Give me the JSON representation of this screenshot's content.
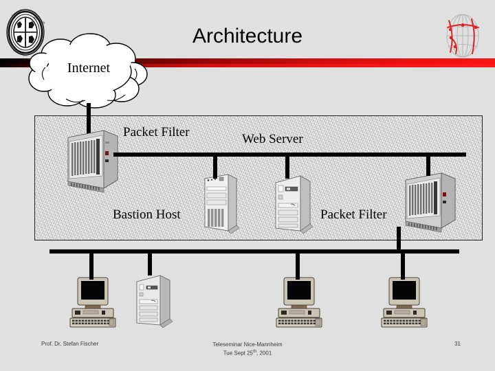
{
  "slide": {
    "title": "Architecture",
    "background_color": "#e0e0e0",
    "accent_color": "#ff1a1a"
  },
  "header": {
    "seal_icon": "university-seal-icon",
    "globe_icon": "wireframe-globe-icon",
    "divider_gradient_from": "#000000",
    "divider_gradient_to": "#fa1414"
  },
  "diagram": {
    "cloud": {
      "label": "Internet",
      "icon": "cloud-icon"
    },
    "dmz": {
      "labels": {
        "packet_filter_left": "Packet Filter",
        "web_server": "Web Server",
        "bastion_host": "Bastion Host",
        "packet_filter_right": "Packet Filter"
      },
      "devices": [
        {
          "name": "router-rack-left",
          "type": "rack-router",
          "label": "Packet Filter"
        },
        {
          "name": "bastion-host-tower",
          "type": "tower-server",
          "label": "Bastion Host"
        },
        {
          "name": "web-server-tower",
          "type": "tower-server",
          "label": "Web Server"
        },
        {
          "name": "router-rack-right",
          "type": "rack-router",
          "label": "Packet Filter"
        }
      ]
    },
    "lan": {
      "devices": [
        {
          "name": "workstation-1",
          "type": "desktop-workstation"
        },
        {
          "name": "lan-server",
          "type": "tower-server"
        },
        {
          "name": "workstation-2",
          "type": "desktop-workstation"
        },
        {
          "name": "workstation-3",
          "type": "desktop-workstation"
        }
      ]
    }
  },
  "footer": {
    "author": "Prof. Dr. Stefan Fischer",
    "venue": "Teleseminar Nice-Mannheim",
    "date_prefix": "Tue Sept 25",
    "date_suffix": "th",
    "date_year": ", 2001",
    "page_number": "31"
  }
}
